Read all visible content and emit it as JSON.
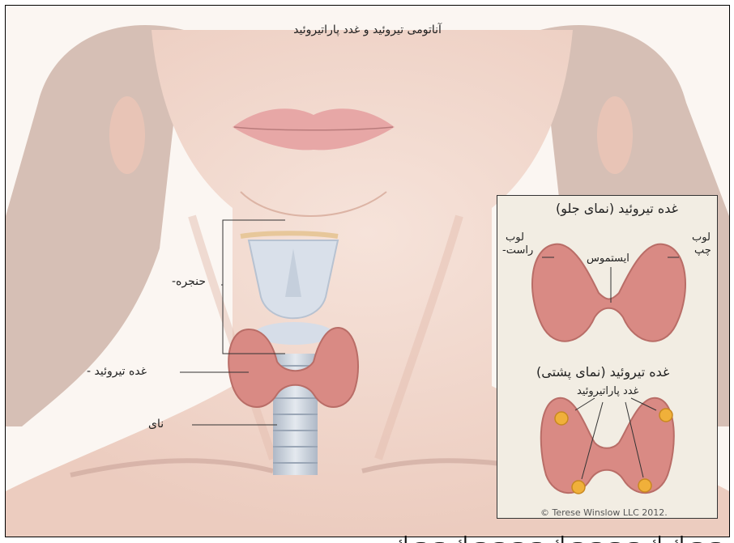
{
  "title": "آناتومی تیروئید و غدد پاراتیروئید",
  "labels": {
    "larynx": "حنجره-",
    "thyroid": "غده تیروئید -",
    "trachea": "نای"
  },
  "inset": {
    "front_title": "غده تیروئید (نمای جلو)",
    "right_lobe_line1": "لوب",
    "right_lobe_line2": "راست-",
    "left_lobe_line1": "لوب",
    "left_lobe_line2": "چپ",
    "isthmus": "ایستموس",
    "back_title": "غده تیروئید (نمای پشتی)",
    "parathyroid": "غدد پاراتیروئید"
  },
  "credit": "© Terese Winslow LLC 2012.",
  "bottom_strip_text": "ـ ح ح ك ك ح ح ح ح ك ح ح ح ح ك ح ح ك",
  "colors": {
    "skin": "#f1d9cf",
    "hair": "#c7ab9e",
    "thyroid": "#d98a84",
    "trachea": "#c8d2de",
    "parathyroid": "#f0b03a"
  }
}
